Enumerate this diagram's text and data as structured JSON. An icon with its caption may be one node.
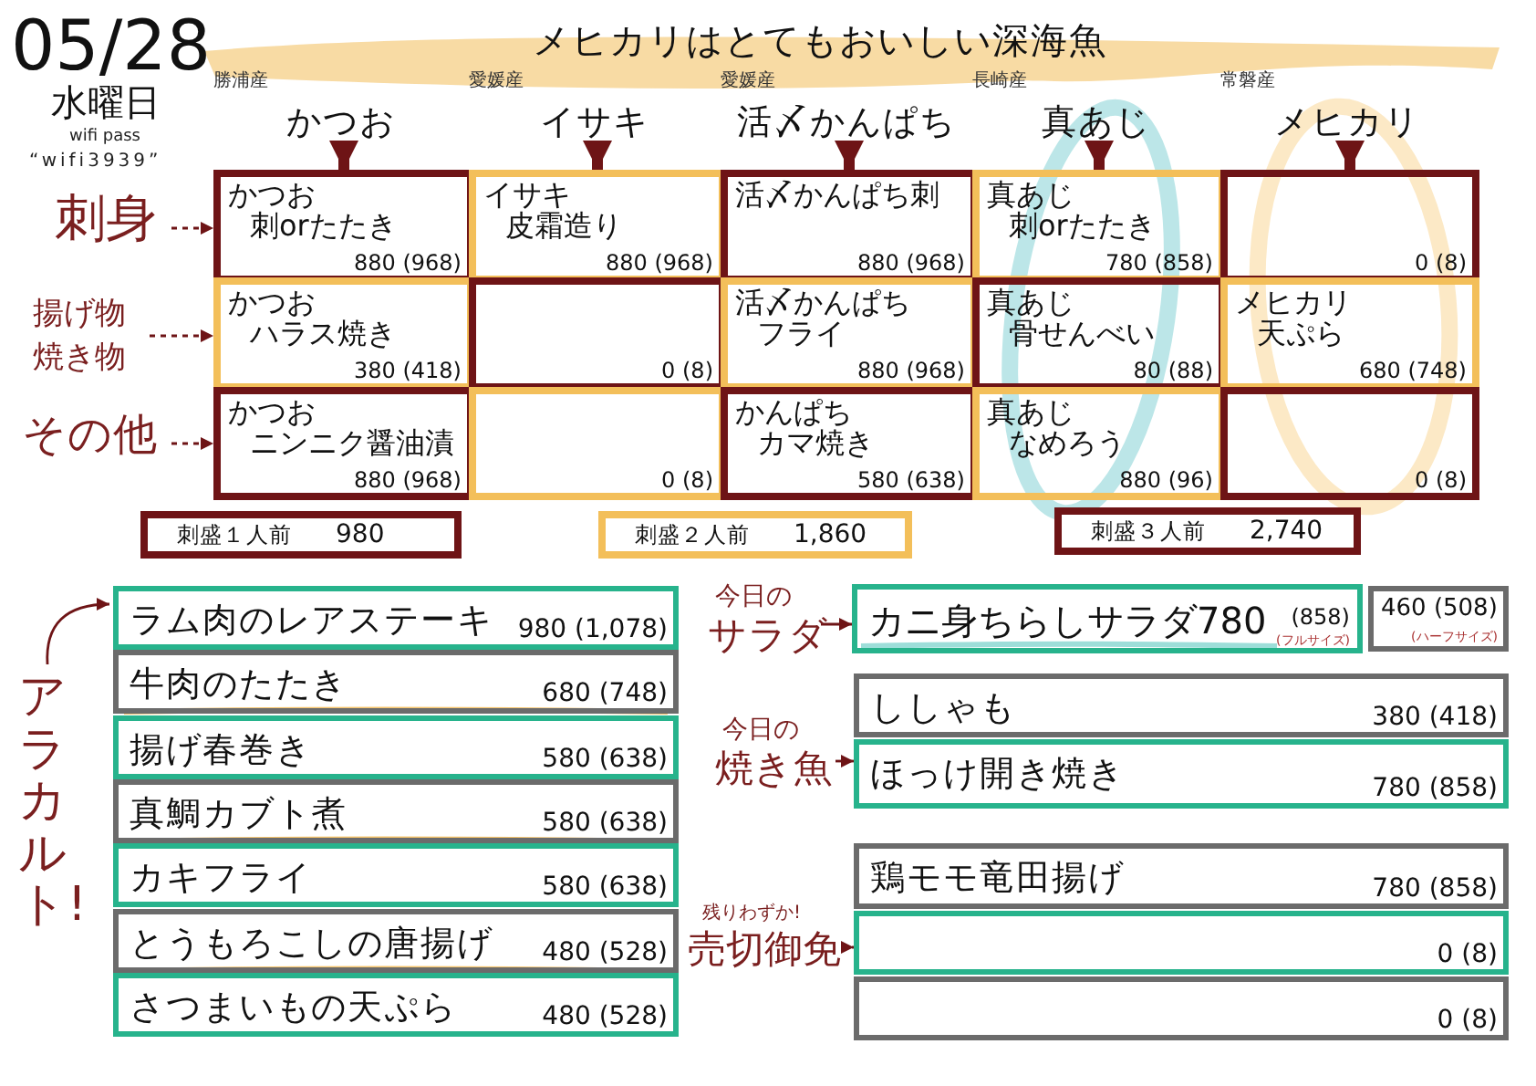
{
  "diagram": {
    "title": "メヒカリはとてもおいしい深海魚",
    "nodes": [
      {
        "text": [
          "かつお"
        ],
        "beside": [
          "勝浦産"
        ]
      },
      {
        "text": [
          "イサキ"
        ],
        "beside": [
          "愛媛産"
        ]
      },
      {
        "text": [
          "活〆かんぱち"
        ],
        "beside": [
          "愛媛産"
        ]
      },
      {
        "text": [
          "真あじ"
        ],
        "beside": [
          "長崎産"
        ]
      },
      {
        "text": [
          "メヒカリ"
        ],
        "beside": [
          "常磐産"
        ]
      },
      {
        "text": [
          "刺身"
        ]
      },
      {
        "text": [
          "かつお",
          "刺orたたき",
          "880 (968)"
        ]
      },
      {
        "text": [
          "イサキ",
          "皮霜造り",
          "880 (968)"
        ]
      },
      {
        "text": [
          "活〆かんぱち刺",
          "880 (968)"
        ]
      },
      {
        "text": [
          "真あじ",
          "刺orたたき",
          "780 (858)"
        ]
      },
      {
        "text": [
          "0 (8)"
        ]
      },
      {
        "text": [
          "揚げ物焼き物"
        ]
      },
      {
        "text": [
          "かつお",
          "ハラス焼き",
          "380 (418)"
        ]
      },
      {
        "text": [
          "0 (8)"
        ]
      },
      {
        "text": [
          "活〆かんぱち",
          "フライ",
          "880 (968)"
        ]
      },
      {
        "text": [
          "真あじ",
          "骨せんべい",
          "80 (88)"
        ]
      },
      {
        "text": [
          "メヒカリ",
          "天ぷら",
          "680 (748)"
        ]
      },
      {
        "text": [
          "その他"
        ]
      },
      {
        "text": [
          "かつお",
          "ニンニク醤油漬",
          "880 (968)"
        ]
      },
      {
        "text": [
          "0 (8)"
        ]
      },
      {
        "text": [
          "かんぱち",
          "カマ焼き",
          "580 (638)"
        ]
      },
      {
        "text": [
          "真あじ",
          "なめろう",
          "880 (96)"
        ]
      },
      {
        "text": [
          "0 (8)"
        ]
      },
      {
        "text": [
          "刺盛１人前",
          "980"
        ]
      },
      {
        "text": [
          "刺盛２人前",
          "1,860"
        ]
      },
      {
        "text": [
          "刺盛３人前",
          "2,740"
        ]
      },
      {
        "text": [
          "アラカルト!"
        ]
      },
      {
        "text": [
          "ラム肉のレアステーキ",
          "980 (1,078)"
        ]
      },
      {
        "text": [
          "牛肉のたたき",
          "680 (748)"
        ]
      },
      {
        "text": [
          "揚げ春巻き",
          "580 (638)"
        ]
      },
      {
        "text": [
          "真鯛カブト煮",
          "580 (638)"
        ]
      },
      {
        "text": [
          "カキフライ",
          "580 (638)"
        ]
      },
      {
        "text": [
          "とうもろこしの唐揚げ",
          "480 (528)"
        ]
      },
      {
        "text": [
          "さつまいもの天ぷら",
          "480 (528)"
        ]
      },
      {
        "text": [
          "今日の",
          "サラダ"
        ]
      },
      {
        "text": [
          "カニ身ちらしサラダ780",
          "(858)",
          "(フルサイズ)"
        ]
      },
      {
        "text": [
          "460 (508)",
          "(ハーフサイズ)"
        ]
      },
      {
        "text": [
          "今日の",
          "焼き魚"
        ]
      },
      {
        "text": [
          "ししゃも",
          "380 (418)"
        ]
      },
      {
        "text": [
          "ほっけ開き焼き",
          "780 (858)"
        ]
      },
      {
        "text": [
          "残りわずか!",
          "売切御免"
        ]
      },
      {
        "text": [
          "鶏モモ竜田揚げ",
          "780 (858)"
        ]
      },
      {
        "text": [
          "0 (8)"
        ]
      },
      {
        "text": [
          "0 (8)"
        ]
      }
    ],
    "edges": [
      {
        "from": 0,
        "to": 6,
        "arrow": "to",
        "style": "thick"
      },
      {
        "from": 1,
        "to": 7,
        "arrow": "to",
        "style": "thick"
      },
      {
        "from": 2,
        "to": 8,
        "arrow": "to",
        "style": "thick"
      },
      {
        "from": 3,
        "to": 9,
        "arrow": "to",
        "style": "thick"
      },
      {
        "from": 4,
        "to": 10,
        "arrow": "to",
        "style": "thick"
      },
      {
        "from": 5,
        "to": 6,
        "arrow": "to",
        "style": "dashed"
      },
      {
        "from": 11,
        "to": 12,
        "arrow": "to",
        "style": "dashed"
      },
      {
        "from": 17,
        "to": 18,
        "arrow": "to",
        "style": "dashed"
      },
      {
        "from": 26,
        "to": 27,
        "arrow": "to"
      },
      {
        "from": 34,
        "to": 35,
        "arrow": "to"
      },
      {
        "from": 37,
        "to": 39,
        "arrow": "to"
      },
      {
        "from": 40,
        "to": 42,
        "arrow": "to"
      }
    ],
    "labels": [
      "05/28",
      "水曜日",
      "wifi pass",
      "“wifi3939”"
    ]
  }
}
